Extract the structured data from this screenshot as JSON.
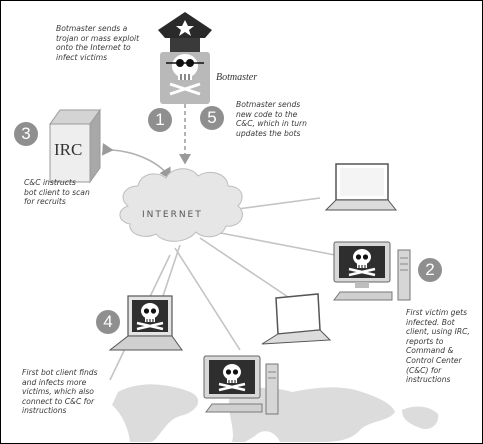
{
  "labels": {
    "botmaster": "Botmaster",
    "internet": "INTERNET",
    "irc": "IRC"
  },
  "steps": [
    "1",
    "5",
    "3",
    "4",
    "2"
  ],
  "notes": {
    "step1": "Botmaster sends a\ntrojan or mass exploit\nonto the Internet to\ninfect victims",
    "step5": "Botmaster sends\nnew code to the\nC&C, which in turn\nupdates the bots",
    "step3": "C&C instructs\nbot client to scan\nfor recruits",
    "step2": "First victim gets\ninfected. Bot\nclient, using IRC,\nreports to\nCommand &\nControl Center\n(C&C) for\ninstructions",
    "step4": "First bot client finds\nand infects more\nvictims, which also\nconnect to C&C for\ninstructions"
  },
  "colors": {
    "step_circle": "#8f8f8f",
    "cloud": "#e6e6e6",
    "screen_dark": "#2e2e2e",
    "map": "#dcdcdc"
  }
}
